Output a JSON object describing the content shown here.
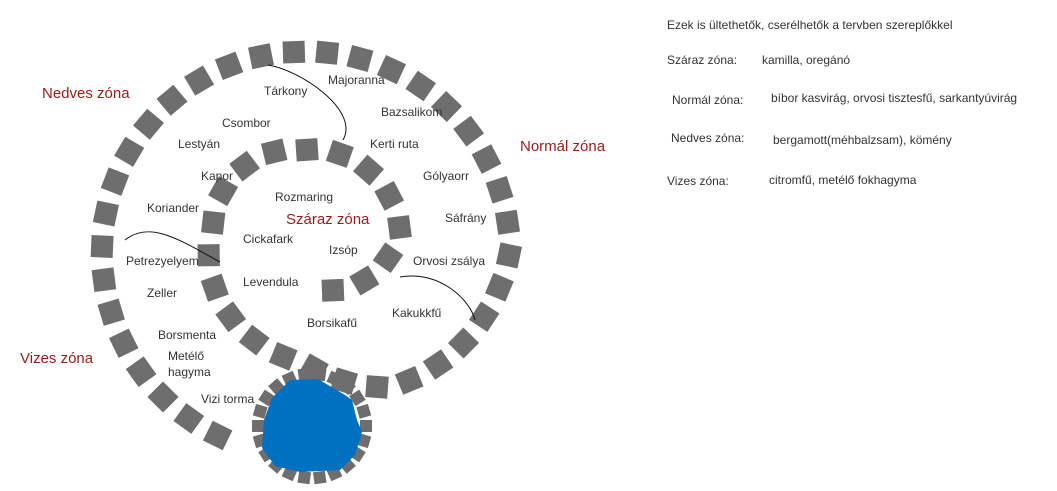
{
  "colors": {
    "stone": "#6e6e6e",
    "water": "#0070c0",
    "zone_text": "#9b1b1b",
    "text": "#333333"
  },
  "zones": {
    "dry": "Száraz zóna",
    "normal": "Normál zóna",
    "moist": "Nedves zóna",
    "wet": "Vizes zóna"
  },
  "plants": {
    "tarkony": "Tárkony",
    "majoranna": "Majoranna",
    "bazsalikom": "Bazsalikom",
    "csombor": "Csombor",
    "lestyan": "Lestyán",
    "kerti_ruta": "Kerti ruta",
    "kapor": "Kapor",
    "golyaorr": "Gólyaorr",
    "rozmaring": "Rozmaring",
    "koriander": "Koriander",
    "safrany": "Sáfrány",
    "cickafark": "Cickafark",
    "izsop": "Izsóp",
    "petrezyelyem": "Petrezyelyem",
    "orvosi_zsalya": "Orvosi zsálya",
    "levendula": "Levendula",
    "zeller": "Zeller",
    "kakukkfu": "Kakukkfű",
    "borsikafu": "Borsikafű",
    "borsmenta": "Borsmenta",
    "metelo": "Metélő",
    "hagyma": "hagyma",
    "vizi_torma": "Vizi torma"
  },
  "notes": {
    "title": "Ezek is ültethetők, cserélhetők a tervben szereplőkkel",
    "rows": [
      {
        "zone": "Száraz zóna:",
        "plants": "kamilla, oregánó"
      },
      {
        "zone": "Normál zóna:",
        "plants": "bíbor kasvirág, orvosi tisztesfű, sarkantyúvirág"
      },
      {
        "zone": "Nedves zóna:",
        "plants": "bergamott(méhbalzsam), kömény"
      },
      {
        "zone": "Vizes zóna:",
        "plants": "citromfű, metélő fokhagyma"
      }
    ]
  }
}
